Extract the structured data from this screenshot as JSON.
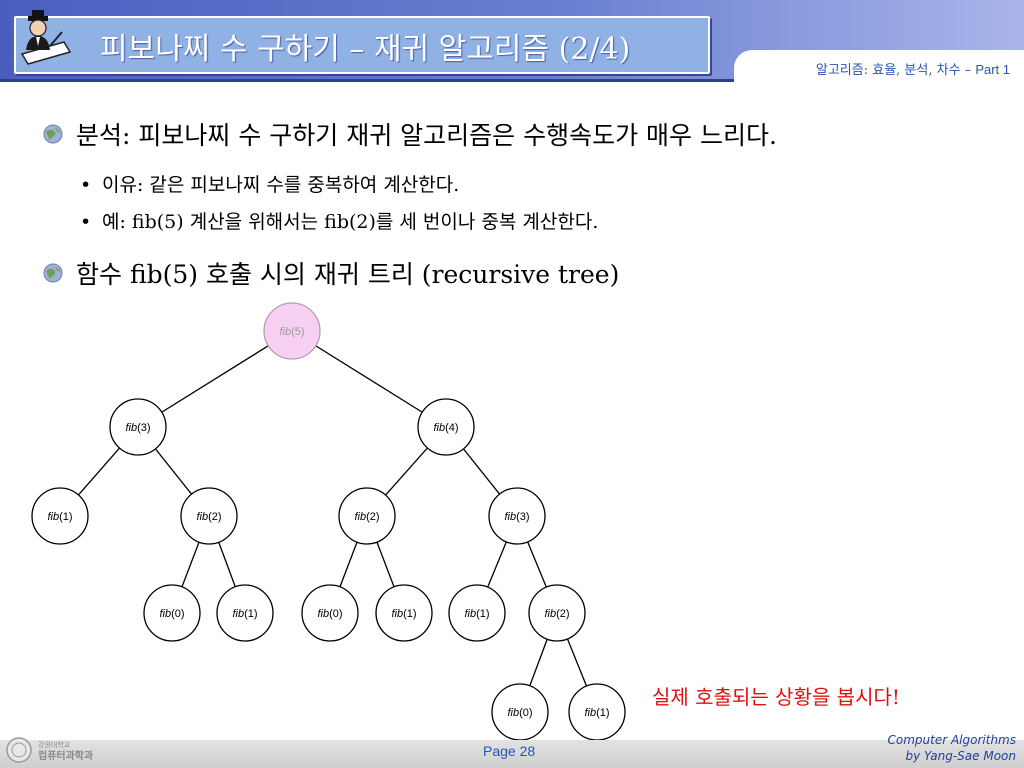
{
  "header": {
    "title": "피보나찌 수 구하기 – 재귀 알고리즘 (2/4)",
    "course_tag": "알고리즘: 효율, 분석, 차수 –",
    "course_part": "Part 1"
  },
  "bullets": [
    {
      "text": "분석: 피보나찌 수 구하기 재귀 알고리즘은 수행속도가 매우 느리다."
    },
    {
      "text": "이유: 같은 피보나찌 수를 중복하여 계산한다."
    },
    {
      "text": "예: fib(5) 계산을 위해서는 fib(2)를 세 번이나 중복 계산한다."
    },
    {
      "text": "함수 fib(5) 호출 시의 재귀 트리 (recursive tree)"
    }
  ],
  "tree": {
    "nodes": [
      {
        "id": "n5",
        "func": "fib",
        "arg": "(5)",
        "highlight": true
      },
      {
        "id": "n3a",
        "func": "fib",
        "arg": "(3)"
      },
      {
        "id": "n4",
        "func": "fib",
        "arg": "(4)"
      },
      {
        "id": "n1a",
        "func": "fib",
        "arg": "(1)"
      },
      {
        "id": "n2a",
        "func": "fib",
        "arg": "(2)"
      },
      {
        "id": "n2b",
        "func": "fib",
        "arg": "(2)"
      },
      {
        "id": "n3b",
        "func": "fib",
        "arg": "(3)"
      },
      {
        "id": "n0a",
        "func": "fib",
        "arg": "(0)"
      },
      {
        "id": "n1b",
        "func": "fib",
        "arg": "(1)"
      },
      {
        "id": "n0b",
        "func": "fib",
        "arg": "(0)"
      },
      {
        "id": "n1c",
        "func": "fib",
        "arg": "(1)"
      },
      {
        "id": "n1d",
        "func": "fib",
        "arg": "(1)"
      },
      {
        "id": "n2c",
        "func": "fib",
        "arg": "(2)"
      },
      {
        "id": "n0c",
        "func": "fib",
        "arg": "(0)"
      },
      {
        "id": "n1e",
        "func": "fib",
        "arg": "(1)"
      }
    ],
    "edges": [
      [
        "n5",
        "n3a"
      ],
      [
        "n5",
        "n4"
      ],
      [
        "n3a",
        "n1a"
      ],
      [
        "n3a",
        "n2a"
      ],
      [
        "n4",
        "n2b"
      ],
      [
        "n4",
        "n3b"
      ],
      [
        "n2a",
        "n0a"
      ],
      [
        "n2a",
        "n1b"
      ],
      [
        "n2b",
        "n0b"
      ],
      [
        "n2b",
        "n1c"
      ],
      [
        "n3b",
        "n1d"
      ],
      [
        "n3b",
        "n2c"
      ],
      [
        "n2c",
        "n0c"
      ],
      [
        "n2c",
        "n1e"
      ]
    ],
    "highlight_fill": "#f8d0f4",
    "highlight_text_color": "#9a9a9a"
  },
  "note": "실제 호출되는 상황을 봅시다!",
  "footer": {
    "page": "Page 28",
    "course_line1": "Computer Algorithms",
    "course_line2": "by Yang-Sae Moon",
    "logo_line1": "강원대학교",
    "logo_line2": "컴퓨터과학과"
  },
  "colors": {
    "header_band": "#5a6fcb",
    "title_box": "#8fb1e4",
    "accent_blue": "#2a54b8",
    "note_red": "#e01010"
  }
}
